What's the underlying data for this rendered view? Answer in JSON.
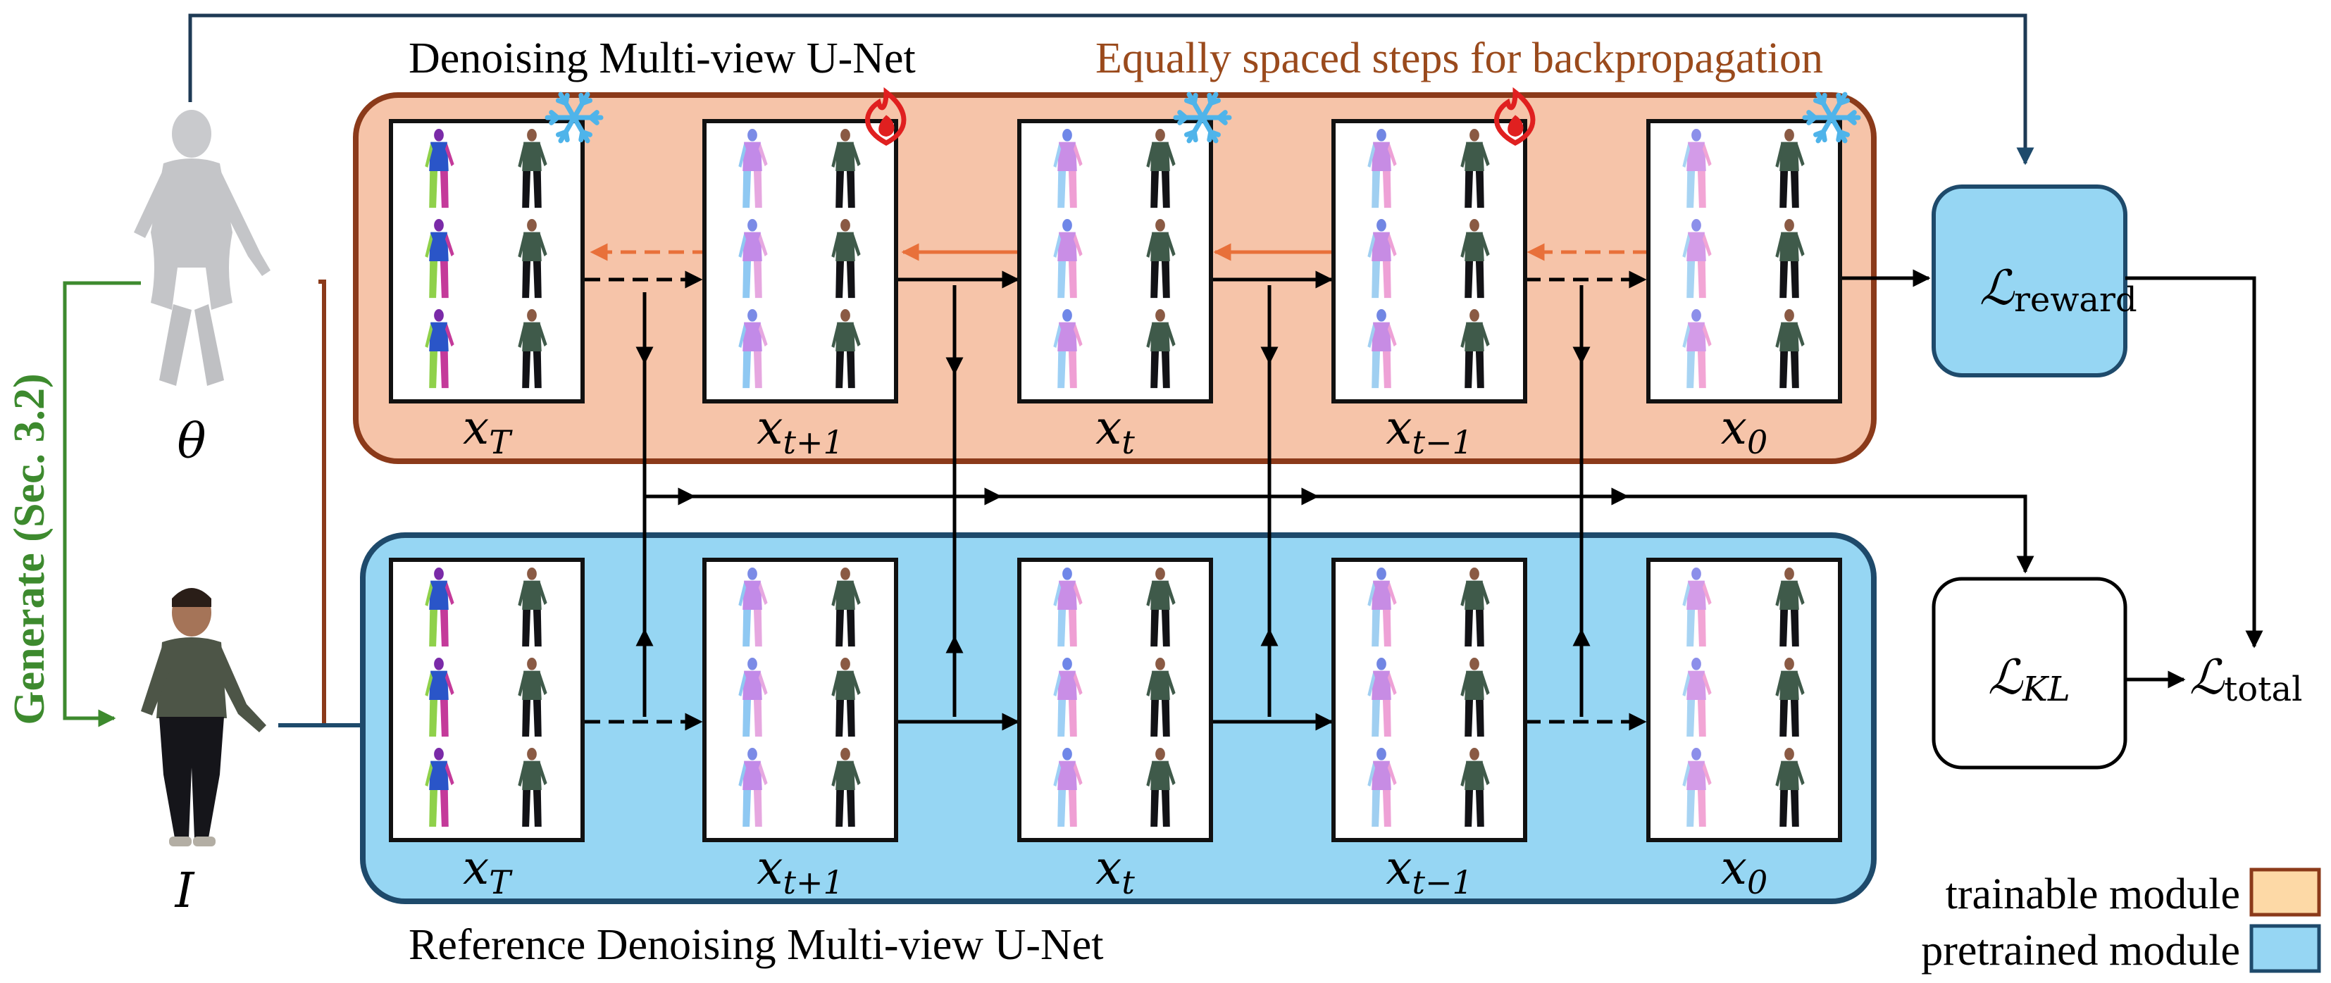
{
  "titles": {
    "top_unet": "Denoising Multi-view U-Net",
    "backprop_note": "Equally spaced steps for backpropagation",
    "bottom_unet": "Reference Denoising Multi-view U-Net",
    "generate": "Generate (Sec. 3.2)"
  },
  "inputs": {
    "pose_symbol": "θ",
    "image_symbol": "I"
  },
  "top_row": {
    "steps": [
      {
        "label": "x",
        "sub": "T",
        "status_icon": "snowflake-icon"
      },
      {
        "label": "x",
        "sub": "t+1",
        "status_icon": "flame-icon"
      },
      {
        "label": "x",
        "sub": "t",
        "status_icon": "snowflake-icon"
      },
      {
        "label": "x",
        "sub": "t−1",
        "status_icon": "flame-icon"
      },
      {
        "label": "x",
        "sub": "0",
        "status_icon": "snowflake-icon"
      }
    ]
  },
  "bottom_row": {
    "steps": [
      {
        "label": "x",
        "sub": "T"
      },
      {
        "label": "x",
        "sub": "t+1"
      },
      {
        "label": "x",
        "sub": "t"
      },
      {
        "label": "x",
        "sub": "t−1"
      },
      {
        "label": "x",
        "sub": "0"
      }
    ]
  },
  "losses": {
    "reward": {
      "main": "ℒ",
      "sub": "reward"
    },
    "kl": {
      "main": "ℒ",
      "sub": "KL"
    },
    "total": {
      "main": "ℒ",
      "sub": "total"
    }
  },
  "legend": {
    "trainable": "trainable module",
    "pretrained": "pretrained module"
  },
  "colors": {
    "trainable_fill": "#f6c4a9",
    "trainable_border": "#8b3a1a",
    "pretrained_fill": "#96d6f3",
    "pretrained_border": "#1e4a6b",
    "backprop_arrow": "#e8703a",
    "generate_green": "#3d8a2e",
    "note_brown": "#9a4a1c",
    "legend_trainable": "#fdd9a6"
  }
}
